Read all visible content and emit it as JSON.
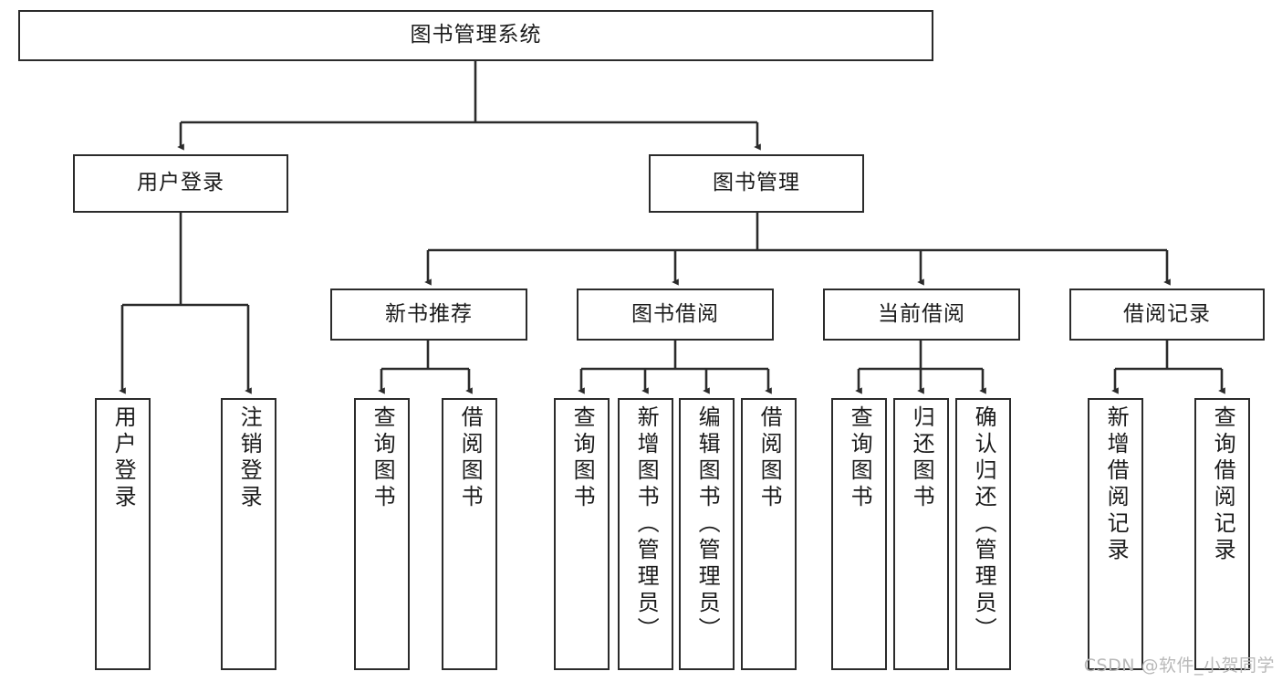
{
  "diagram": {
    "type": "tree-hierarchy",
    "title": "图书管理系统",
    "watermark": "CSDN @软件_小贺同学",
    "colors": {
      "node_border": "#2b2b2b",
      "node_fill": "#ffffff",
      "connector": "#2b2b2b",
      "watermark": "#b9b9b9",
      "background": "#ffffff"
    },
    "levels": {
      "root": "图书管理系统",
      "level2": [
        "用户登录",
        "图书管理"
      ],
      "level3": [
        "新书推荐",
        "图书借阅",
        "当前借阅",
        "借阅记录"
      ]
    },
    "nodes": {
      "root": {
        "label": "图书管理系统"
      },
      "user_login": {
        "label": "用户登录"
      },
      "book_manage": {
        "label": "图书管理"
      },
      "new_book_rec": {
        "label": "新书推荐"
      },
      "book_borrow": {
        "label": "图书借阅"
      },
      "current_borrow": {
        "label": "当前借阅"
      },
      "borrow_record": {
        "label": "借阅记录"
      }
    },
    "leaves": {
      "user_login": [
        {
          "label": "用户登录"
        },
        {
          "label": "注销登录"
        }
      ],
      "new_book_rec": [
        {
          "label": "查询图书"
        },
        {
          "label": "借阅图书"
        }
      ],
      "book_borrow": [
        {
          "label": "查询图书"
        },
        {
          "label": "新增图书（管理员）"
        },
        {
          "label": "编辑图书（管理员）"
        },
        {
          "label": "借阅图书"
        }
      ],
      "current_borrow": [
        {
          "label": "查询图书"
        },
        {
          "label": "归还图书"
        },
        {
          "label": "确认归还（管理员）"
        }
      ],
      "borrow_record": [
        {
          "label": "新增借阅记录"
        },
        {
          "label": "查询借阅记录"
        }
      ]
    }
  }
}
